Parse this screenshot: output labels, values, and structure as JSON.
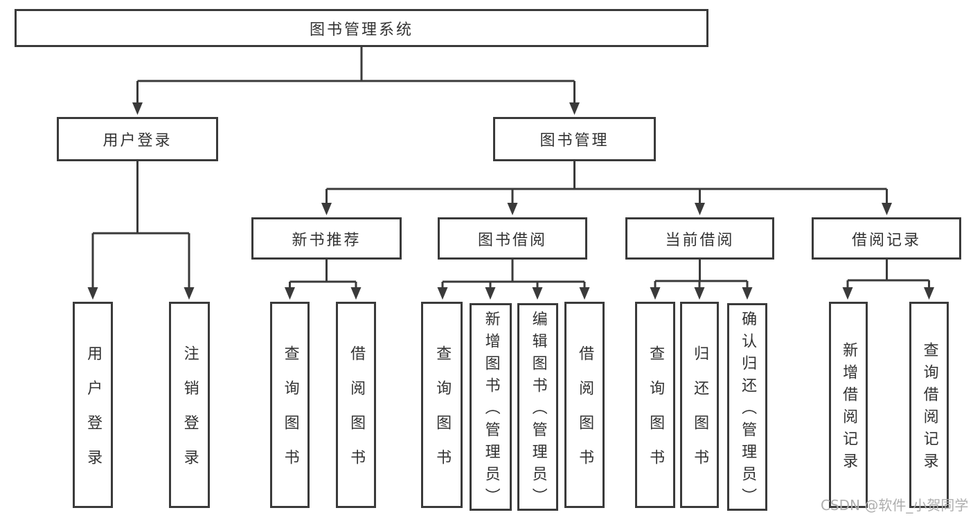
{
  "diagram": {
    "type": "functional-structure-tree",
    "colors": {
      "line": "#3a3a3a",
      "box_border": "#3a3a3a",
      "text": "#323232",
      "background": "#ffffff",
      "watermark": "#aeaeae"
    },
    "tree": {
      "label": "图书管理系统",
      "children": [
        {
          "label": "用户登录",
          "children": [
            {
              "label": "用户登录"
            },
            {
              "label": "注销登录"
            }
          ]
        },
        {
          "label": "图书管理",
          "children": [
            {
              "label": "新书推荐",
              "children": [
                {
                  "label": "查询图书"
                },
                {
                  "label": "借阅图书"
                }
              ]
            },
            {
              "label": "图书借阅",
              "children": [
                {
                  "label": "查询图书"
                },
                {
                  "label": "新增图书（管理员）"
                },
                {
                  "label": "编辑图书（管理员）"
                },
                {
                  "label": "借阅图书"
                }
              ]
            },
            {
              "label": "当前借阅",
              "children": [
                {
                  "label": "查询图书"
                },
                {
                  "label": "归还图书"
                },
                {
                  "label": "确认归还（管理员）"
                }
              ]
            },
            {
              "label": "借阅记录",
              "children": [
                {
                  "label": "新增借阅记录"
                },
                {
                  "label": "查询借阅记录"
                }
              ]
            }
          ]
        }
      ]
    },
    "watermark": {
      "text": "CSDN @软件_小贺同学"
    }
  }
}
